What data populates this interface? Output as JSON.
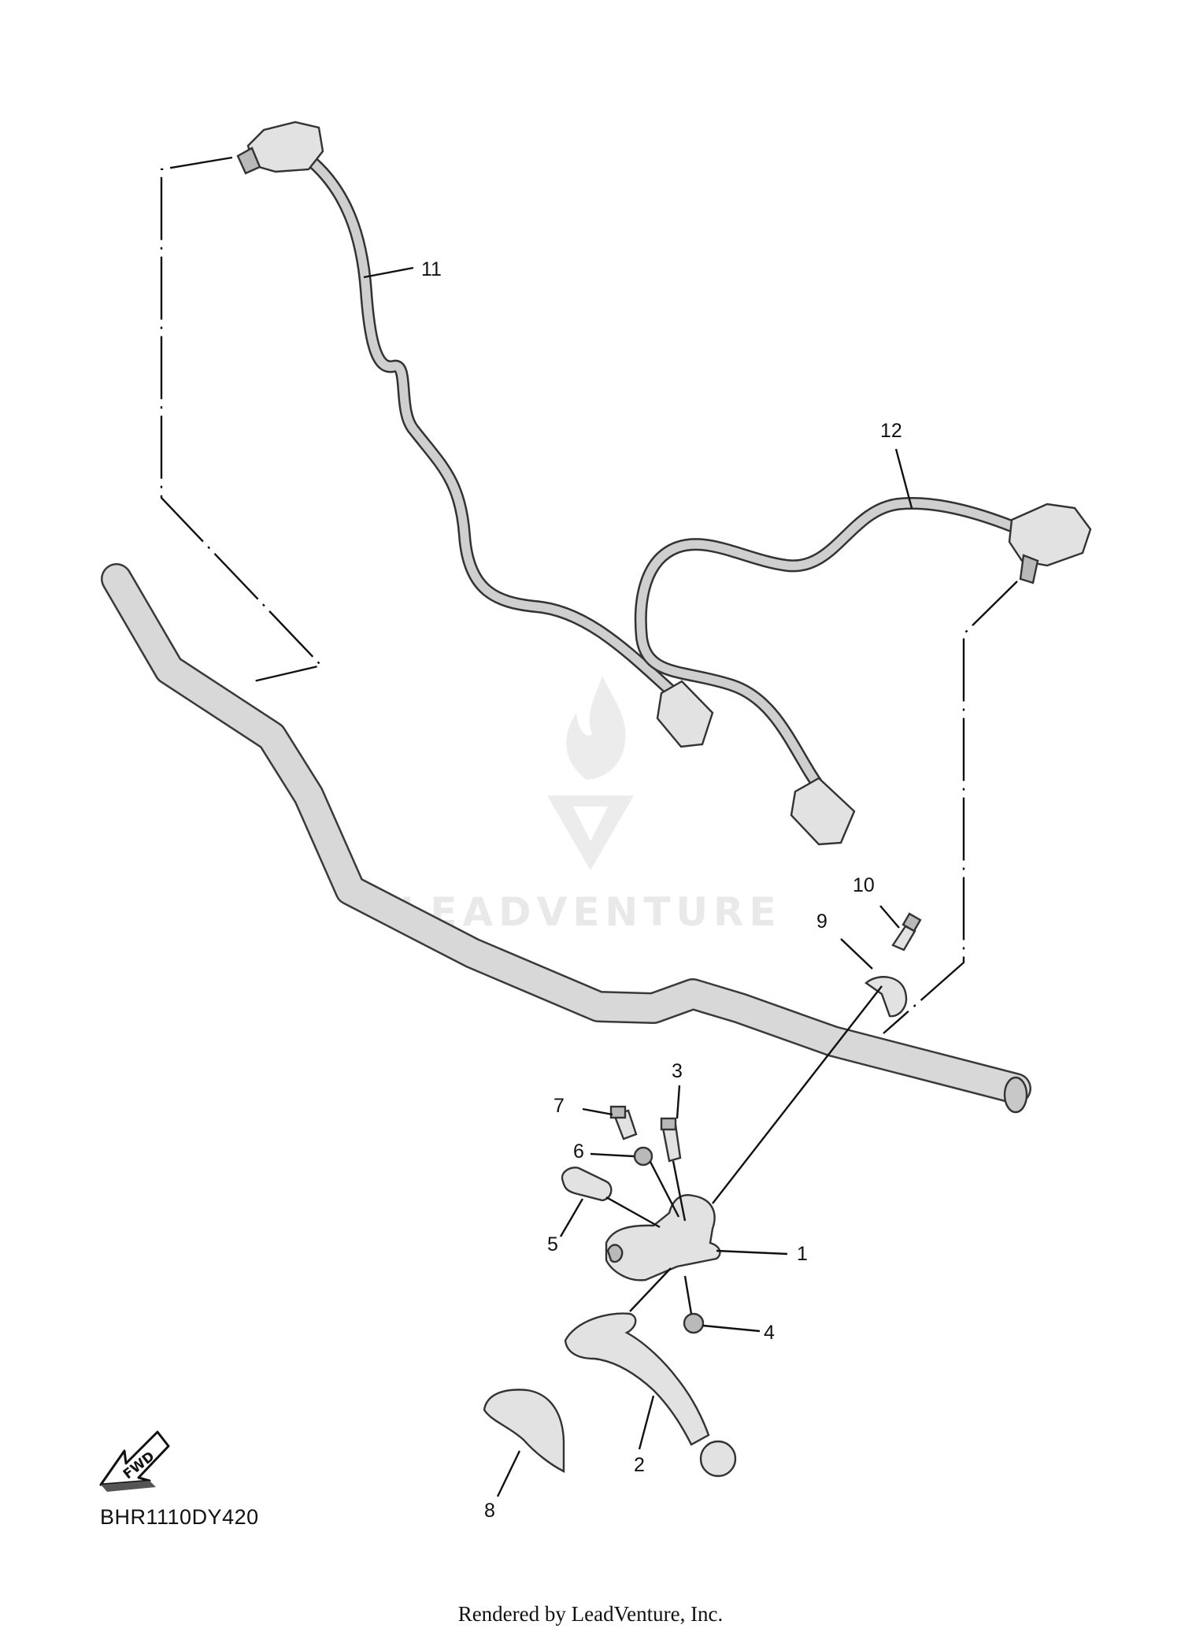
{
  "diagram": {
    "callouts": [
      {
        "id": "1",
        "label": "1"
      },
      {
        "id": "2",
        "label": "2"
      },
      {
        "id": "3",
        "label": "3"
      },
      {
        "id": "4",
        "label": "4"
      },
      {
        "id": "5",
        "label": "5"
      },
      {
        "id": "6",
        "label": "6"
      },
      {
        "id": "7",
        "label": "7"
      },
      {
        "id": "8",
        "label": "8"
      },
      {
        "id": "9",
        "label": "9"
      },
      {
        "id": "10",
        "label": "10"
      },
      {
        "id": "11",
        "label": "11"
      },
      {
        "id": "12",
        "label": "12"
      }
    ],
    "diagram_code": "BHR1110DY420",
    "fwd_label": "FWD",
    "watermark_text": "LEADVENTURE",
    "footer_credit": "Rendered by LeadVenture, Inc."
  }
}
